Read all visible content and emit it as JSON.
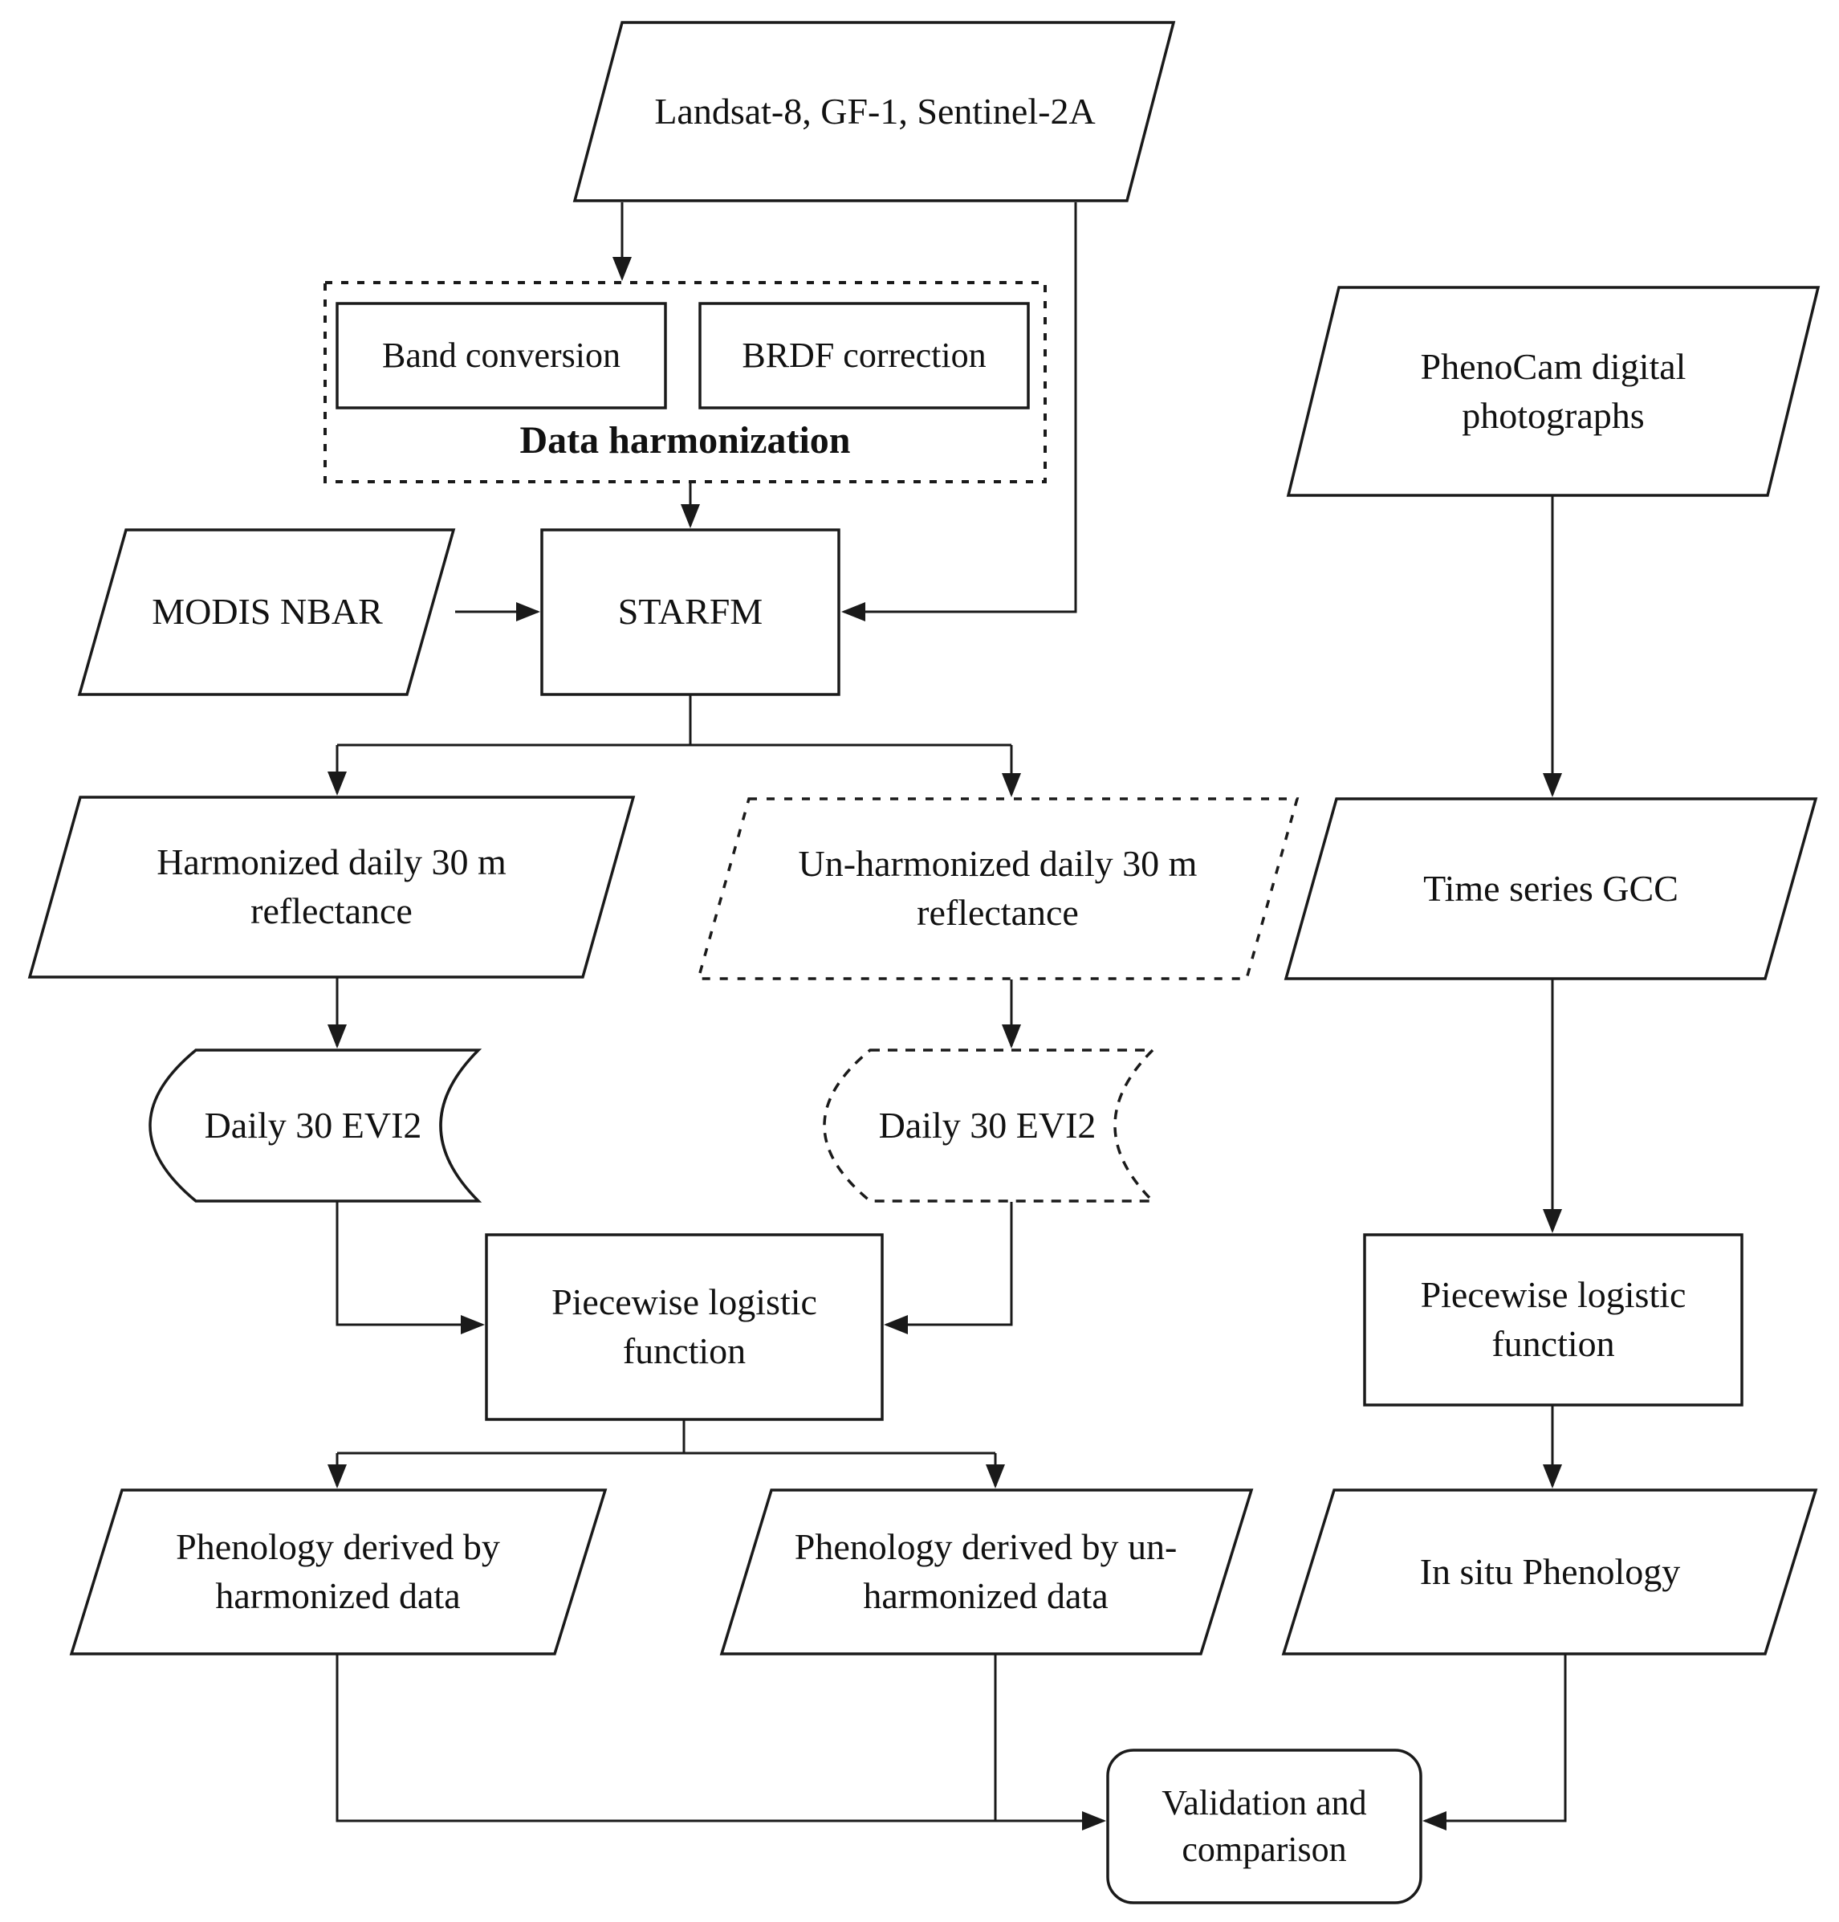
{
  "diagram": {
    "nodes": {
      "landsat": {
        "label": "Landsat-8, GF-1, Sentinel-2A"
      },
      "band_conversion": {
        "label": "Band conversion"
      },
      "brdf_correction": {
        "label": "BRDF correction"
      },
      "data_harmonization": {
        "label": "Data harmonization"
      },
      "modis_nbar": {
        "label": "MODIS NBAR"
      },
      "starfm": {
        "label": "STARFM"
      },
      "harmonized_reflectance": {
        "label": "Harmonized daily 30 m\nreflectance"
      },
      "unharmonized_reflectance": {
        "label": "Un-harmonized daily 30 m\nreflectance"
      },
      "evi2_harmonized": {
        "label": "Daily 30 EVI2"
      },
      "evi2_unharmonized": {
        "label": "Daily 30 EVI2"
      },
      "piecewise_left": {
        "label": "Piecewise logistic\nfunction"
      },
      "phenology_harmonized": {
        "label": "Phenology derived by\nharmonized data"
      },
      "phenology_unharmonized": {
        "label": "Phenology derived by un-\nharmonized data"
      },
      "phenocam": {
        "label": "PhenoCam digital\nphotographs"
      },
      "time_series_gcc": {
        "label": "Time series GCC"
      },
      "piecewise_right": {
        "label": "Piecewise logistic\nfunction"
      },
      "in_situ_phenology": {
        "label": "In situ Phenology"
      },
      "validation": {
        "label": "Validation and\ncomparison"
      }
    },
    "colors": {
      "stroke": "#1a1a1a",
      "background": "#ffffff",
      "text": "#111111"
    }
  }
}
